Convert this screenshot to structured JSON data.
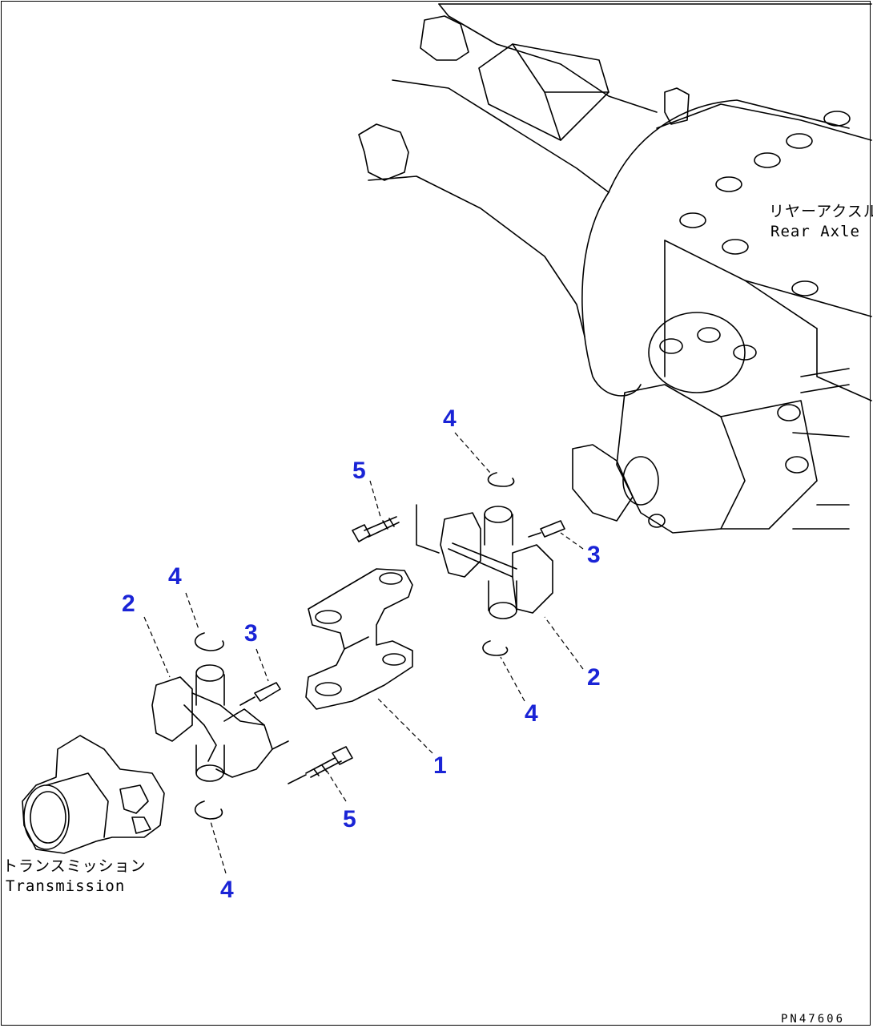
{
  "labels": {
    "rear_axle_jp": "リヤーアクスル",
    "rear_axle_en": "Rear Axle",
    "transmission_jp": "トランスミッション",
    "transmission_en": "Transmission",
    "drawing_code": "PN47606"
  },
  "callouts": [
    {
      "id": "c1",
      "number": "1"
    },
    {
      "id": "c2a",
      "number": "2"
    },
    {
      "id": "c2b",
      "number": "2"
    },
    {
      "id": "c3a",
      "number": "3"
    },
    {
      "id": "c3b",
      "number": "3"
    },
    {
      "id": "c4a",
      "number": "4"
    },
    {
      "id": "c4b",
      "number": "4"
    },
    {
      "id": "c4c",
      "number": "4"
    },
    {
      "id": "c4d",
      "number": "4"
    },
    {
      "id": "c5a",
      "number": "5"
    },
    {
      "id": "c5b",
      "number": "5"
    }
  ],
  "colors": {
    "callout": "#1a24d6",
    "line": "#000000",
    "background": "#ffffff"
  }
}
